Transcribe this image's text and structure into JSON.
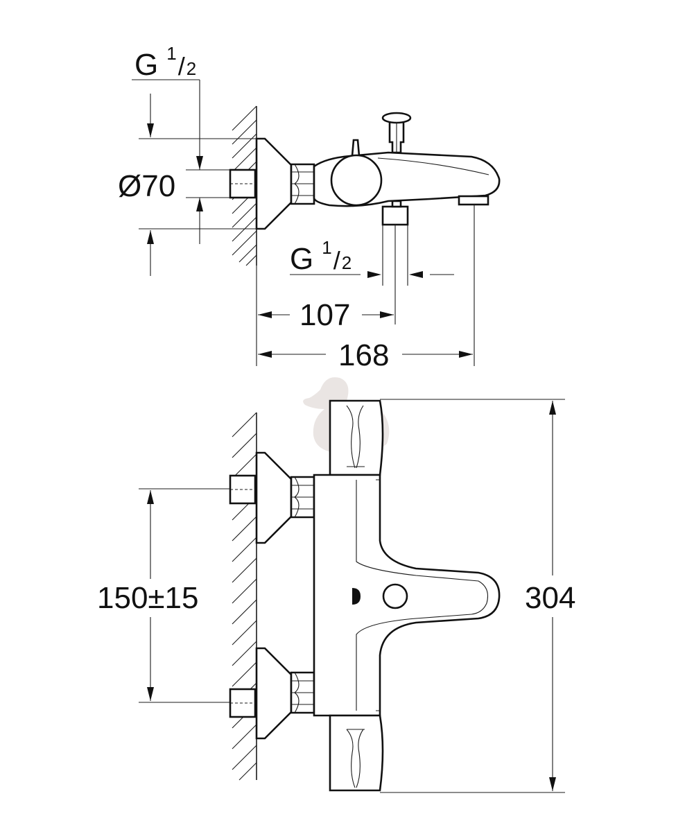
{
  "dimensions": {
    "inlet_thread_top": {
      "letter": "G",
      "numerator": "1",
      "slash": "/",
      "denominator": "2"
    },
    "wall_flange_diameter": "Ø70",
    "outlet_thread": {
      "letter": "G",
      "numerator": "1",
      "slash": "/",
      "denominator": "2"
    },
    "outlet_projection": "107",
    "spout_projection": "168",
    "inlet_centers": "150±15",
    "overall_length": "304"
  },
  "colors": {
    "line": "#111111",
    "watermark": "#e9e4e1"
  },
  "icons": {
    "watermark": "duck-watermark-icon"
  }
}
